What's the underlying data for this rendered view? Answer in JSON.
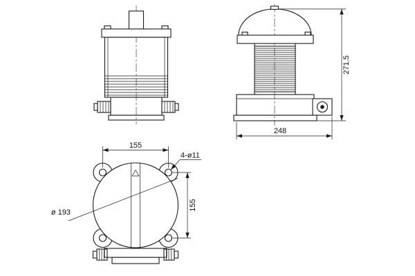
{
  "drawing": {
    "dims": {
      "overall_height": "271.5",
      "overall_width": "248",
      "bolt_spacing_h": "155",
      "bolt_spacing_v": "155",
      "bolt_holes": "4-ø11",
      "flange_diameter": "ø 193"
    }
  }
}
